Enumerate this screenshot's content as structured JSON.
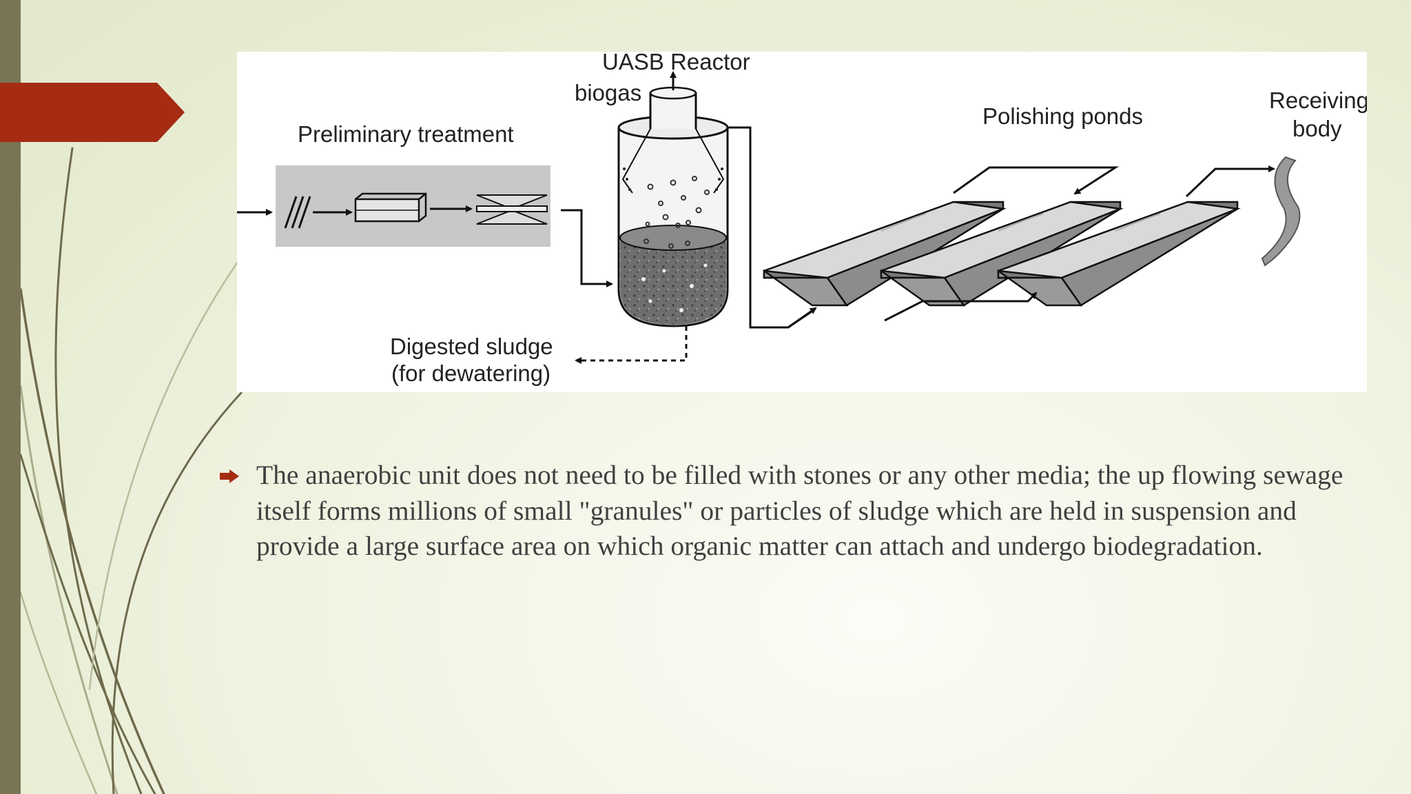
{
  "theme": {
    "accent_color": "#a52c12",
    "side_bar_color": "#7a7456",
    "text_color": "#404040"
  },
  "diagram": {
    "labels": {
      "uasb_reactor": "UASB Reactor",
      "biogas": "biogas",
      "preliminary_treatment": "Preliminary  treatment",
      "polishing_ponds": "Polishing ponds",
      "receiving_line1": "Receiving",
      "receiving_line2": "body",
      "sludge_line1": "Digested  sludge",
      "sludge_line2": "(for dewatering)"
    }
  },
  "body": {
    "bullet_icon": "arrow-right-icon",
    "paragraph": "The anaerobic unit does not need to be filled with stones or any other media; the up flowing sewage itself forms millions of small \"granules\" or particles of sludge which are held in suspension and provide a large surface area on which organic matter can attach and undergo biodegradation."
  }
}
